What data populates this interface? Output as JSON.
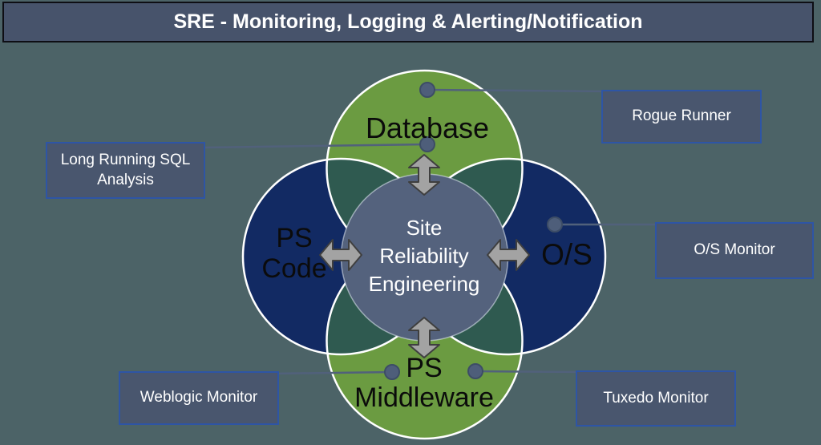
{
  "title": "SRE - Monitoring, Logging & Alerting/Notification",
  "diagram": {
    "center": {
      "lines": [
        "Site",
        "Reliability",
        "Engineering"
      ]
    },
    "circles": {
      "database": {
        "label": "Database",
        "color": "#6B9B41"
      },
      "ps_code": {
        "lines": [
          "PS",
          "Code"
        ],
        "color": "#122A63"
      },
      "os": {
        "label": "O/S",
        "color": "#122A63"
      },
      "middleware": {
        "lines": [
          "PS",
          "Middleware"
        ],
        "color": "#6B9B41"
      }
    },
    "overlap_color": "#2F5A50",
    "center_circle_color": "#54627D",
    "arrow_fill": "#A3A3A3",
    "arrow_stroke": "#3F3F3F",
    "connector_color": "#51617B",
    "connector_dot_fill": "#4E5E7A",
    "connector_dot_stroke": "#3D4D66"
  },
  "callouts": {
    "rogue_runner": {
      "label": "Rogue Runner"
    },
    "long_sql": {
      "label": "Long Running SQL Analysis"
    },
    "os_monitor": {
      "label": "O/S Monitor"
    },
    "weblogic": {
      "label": "Weblogic Monitor"
    },
    "tuxedo": {
      "label": "Tuxedo Monitor"
    }
  },
  "colors": {
    "background": "#4C6367",
    "title_bar_fill": "#47536B",
    "title_bar_border": "#0E0E14",
    "callout_fill": "#49566E",
    "callout_border": "#2E55A5",
    "title_text": "#FFFFFF",
    "callout_text": "#FFFFFF",
    "circle_label_text": "#0B0B0B",
    "center_label_text": "#FFFFFF"
  }
}
